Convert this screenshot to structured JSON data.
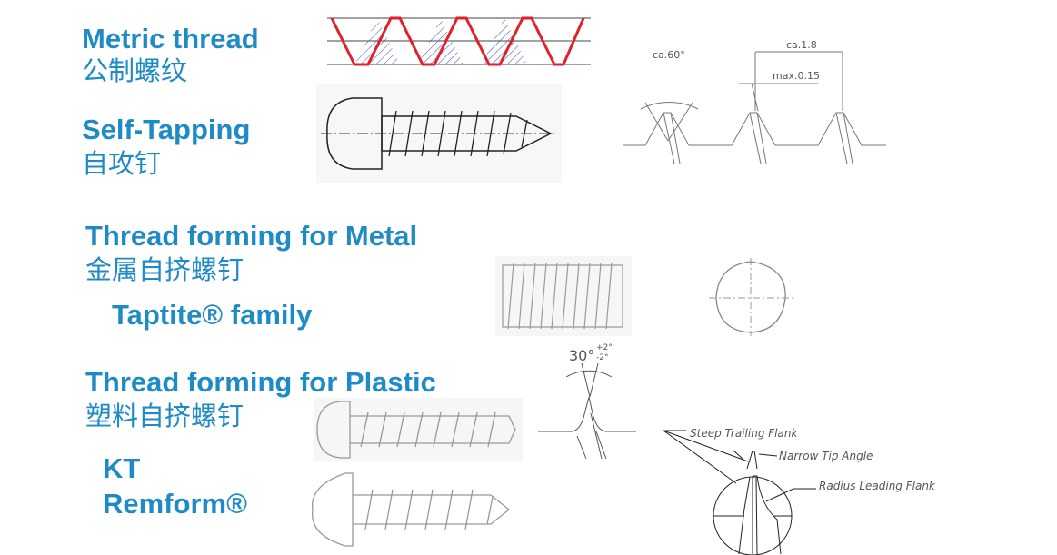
{
  "sections": {
    "metric": {
      "title": "Metric thread",
      "chinese": "公制螺纹"
    },
    "self_tapping": {
      "title": "Self-Tapping",
      "chinese": "自攻钉"
    },
    "metal": {
      "title": "Thread forming for Metal",
      "chinese": "金属自挤螺钉",
      "family": "Taptite® family"
    },
    "plastic": {
      "title": "Thread forming for Plastic",
      "chinese": "塑料自挤螺钉",
      "products": [
        "KT",
        "Remform®"
      ]
    }
  },
  "annotations": {
    "angle_60": "ca.60°",
    "pitch": "ca.1.8",
    "tip_width": "max.0.15",
    "angle_30": "30°",
    "tol_plus": "+2°",
    "tol_minus": "-2°",
    "steep_trailing": "Steep Trailing Flank",
    "narrow_tip": "Narrow Tip Angle",
    "radius_leading": "Radius Leading Flank"
  },
  "colors": {
    "accent": "#1f8bc6",
    "thread_red": "#e0202a",
    "hatch_blue": "#3a4fb0"
  }
}
